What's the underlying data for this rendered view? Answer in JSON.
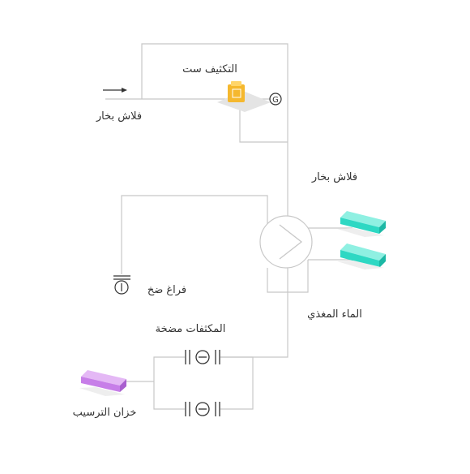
{
  "diagram": {
    "labels": {
      "condensate_pump_top": "التكثيف ست",
      "flash_steam_left": "فلاش بخار",
      "flash_steam_right": "فلاش بخار",
      "vacuum_pump": "فراغ ضخ",
      "feed_water": "الماء المغذي",
      "condensate_pumps": "المكثفات مضخة",
      "settling_tank": "خزان الترسيب"
    },
    "symbols": {
      "generator_letter": "G"
    },
    "icons": [
      "flow-arrow-icon",
      "condensate-pump-icon",
      "generator-icon",
      "heat-exchanger-icon",
      "teal-pipe-icon",
      "vacuum-pump-icon",
      "pump-valve-icon",
      "purple-tank-icon"
    ],
    "colors": {
      "pipe": "#c8c8c8",
      "text": "#333333",
      "accent_yellow": "#f5b82e",
      "accent_teal": "#2ed8c3",
      "accent_purple": "#c77ee8"
    }
  }
}
